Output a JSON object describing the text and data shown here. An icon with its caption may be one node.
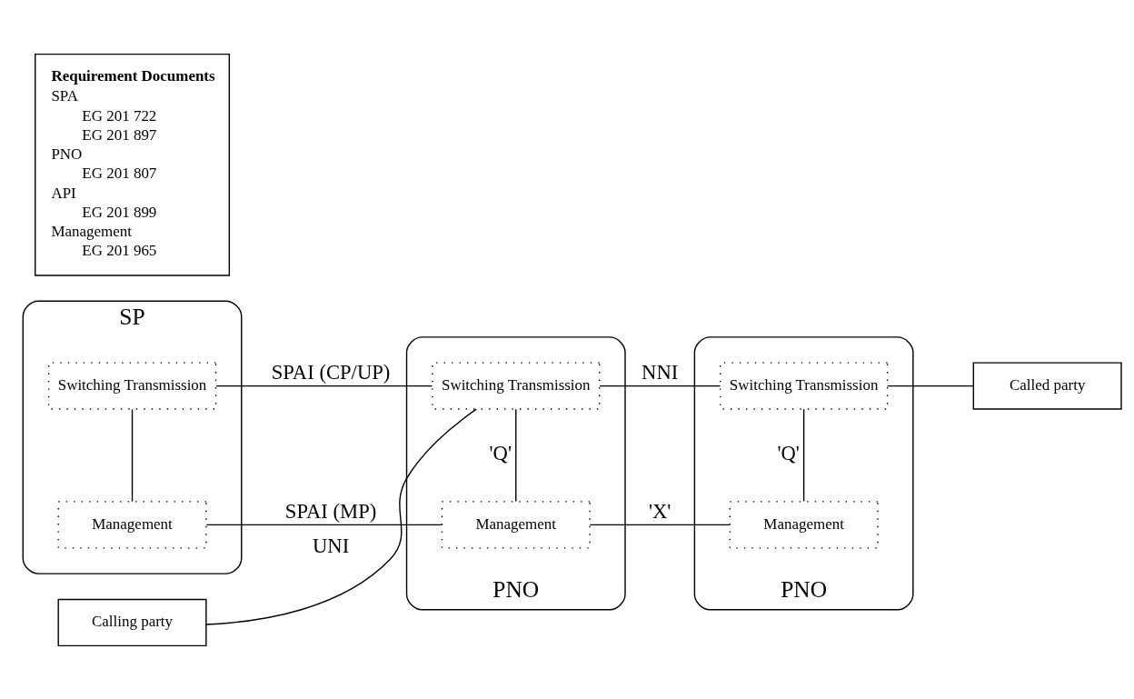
{
  "diagram": {
    "nodes": [
      {
        "text": [
          "SP"
        ]
      },
      {
        "text": [
          "Management"
        ],
        "in": 0
      },
      {
        "text": [
          "Switching Transmission"
        ],
        "in": 0
      },
      {
        "text": [
          "PNO"
        ]
      },
      {
        "text": [
          "Management"
        ],
        "in": 3
      },
      {
        "text": [
          "Switching Transmission"
        ],
        "in": 3
      },
      {
        "text": [
          "PNO"
        ]
      },
      {
        "text": [
          "Management"
        ],
        "in": 6
      },
      {
        "text": [
          "Switching Transmission"
        ],
        "in": 6
      },
      {
        "text": [
          "Calling party"
        ]
      },
      {
        "text": [
          "Called party"
        ]
      },
      {
        "text": [
          "Requirement Documents",
          "SPA",
          "EG 201 722",
          "EG 201 897",
          "PNO",
          "EG 201 807",
          "API",
          "EG 201 899",
          "Management",
          "EG 201 965"
        ]
      }
    ],
    "edges": [
      {
        "from": 1,
        "to": 2,
        "arrow": "none"
      },
      {
        "from": 1,
        "to": 4,
        "arrow": "none",
        "label": "SPAI (MP)"
      },
      {
        "from": 2,
        "to": 5,
        "arrow": "none",
        "label": "SPAI (CP/UP)"
      },
      {
        "from": 4,
        "to": 5,
        "arrow": "none",
        "label": "'Q'"
      },
      {
        "from": 4,
        "to": 7,
        "arrow": "none",
        "label": "'X'"
      },
      {
        "from": 5,
        "to": 8,
        "arrow": "none",
        "label": "NNI"
      },
      {
        "from": 9,
        "to": 5,
        "arrow": "none",
        "label": "UNI"
      },
      {
        "from": 7,
        "to": 8,
        "arrow": "none",
        "label": "'Q'"
      },
      {
        "from": 8,
        "to": 10,
        "arrow": "none"
      }
    ]
  }
}
